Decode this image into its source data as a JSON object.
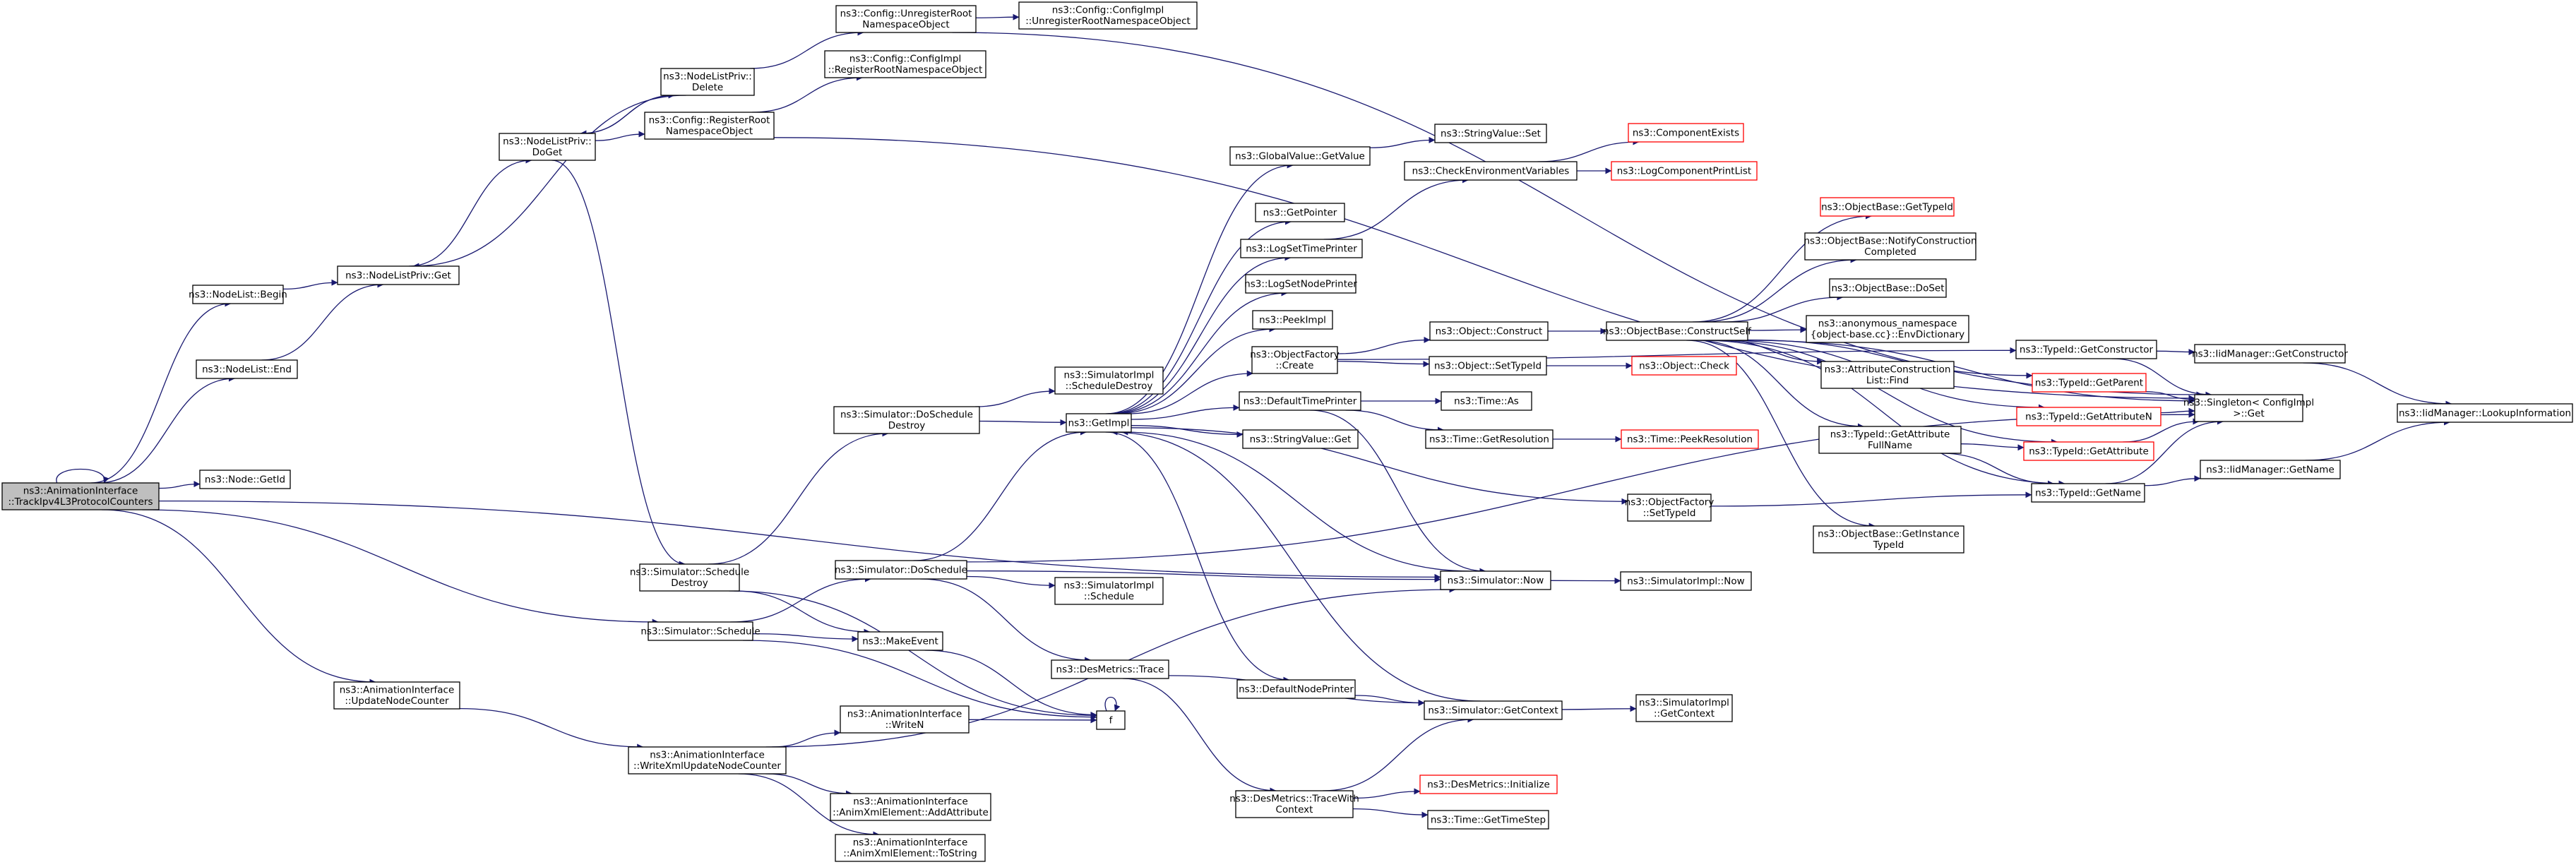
{
  "colors": {
    "edge": "#191970",
    "root_fill": "#bfbfbf",
    "truncated_border": "#ff0000",
    "node_border": "#000000"
  },
  "nodes": [
    {
      "id": "n1",
      "lines": [
        "ns3::AnimationInterface",
        "::TrackIpv4L3ProtocolCounters"
      ],
      "root": true
    },
    {
      "id": "n2",
      "lines": [
        "ns3::NodeList::Begin"
      ]
    },
    {
      "id": "n3",
      "lines": [
        "ns3::NodeList::End"
      ]
    },
    {
      "id": "n4",
      "lines": [
        "ns3::Node::GetId"
      ]
    },
    {
      "id": "n5",
      "lines": [
        "ns3::Simulator::Schedule"
      ]
    },
    {
      "id": "n6",
      "lines": [
        "ns3::AnimationInterface",
        "::UpdateNodeCounter"
      ]
    },
    {
      "id": "n7",
      "lines": [
        "ns3::NodeListPriv::Get"
      ]
    },
    {
      "id": "n8",
      "lines": [
        "ns3::NodeListPriv::",
        "DoGet"
      ]
    },
    {
      "id": "n9",
      "lines": [
        "ns3::NodeListPriv::",
        "Delete"
      ]
    },
    {
      "id": "n10",
      "lines": [
        "ns3::Config::UnregisterRoot",
        "NamespaceObject"
      ]
    },
    {
      "id": "n11",
      "lines": [
        "ns3::Config::ConfigImpl",
        "::UnregisterRootNamespaceObject"
      ]
    },
    {
      "id": "n12",
      "lines": [
        "ns3::Config::ConfigImpl",
        "::RegisterRootNamespaceObject"
      ]
    },
    {
      "id": "n13",
      "lines": [
        "ns3::Config::RegisterRoot",
        "NamespaceObject"
      ]
    },
    {
      "id": "n14",
      "lines": [
        "ns3::Simulator::Schedule",
        "Destroy"
      ]
    },
    {
      "id": "n15",
      "lines": [
        "ns3::Simulator::DoSchedule",
        "Destroy"
      ]
    },
    {
      "id": "n16",
      "lines": [
        "ns3::Simulator::DoSchedule"
      ]
    },
    {
      "id": "n17",
      "lines": [
        "ns3::MakeEvent"
      ]
    },
    {
      "id": "n18",
      "lines": [
        "ns3::AnimationInterface",
        "::WriteN"
      ]
    },
    {
      "id": "n19",
      "lines": [
        "ns3::AnimationInterface",
        "::WriteXmlUpdateNodeCounter"
      ]
    },
    {
      "id": "n20",
      "lines": [
        "ns3::AnimationInterface",
        "::AnimXmlElement::AddAttribute"
      ]
    },
    {
      "id": "n21",
      "lines": [
        "ns3::AnimationInterface",
        "::AnimXmlElement::ToString"
      ]
    },
    {
      "id": "n22",
      "lines": [
        "ns3::SimulatorImpl",
        "::ScheduleDestroy"
      ]
    },
    {
      "id": "n23",
      "lines": [
        "ns3::GetImpl"
      ]
    },
    {
      "id": "n24",
      "lines": [
        "ns3::SimulatorImpl",
        "::Schedule"
      ]
    },
    {
      "id": "n25",
      "lines": [
        "ns3::DesMetrics::Trace"
      ]
    },
    {
      "id": "n26",
      "lines": [
        "f"
      ]
    },
    {
      "id": "n27",
      "lines": [
        "ns3::GlobalValue::GetValue"
      ]
    },
    {
      "id": "n28",
      "lines": [
        "ns3::GetPointer"
      ]
    },
    {
      "id": "n29",
      "lines": [
        "ns3::LogSetTimePrinter"
      ]
    },
    {
      "id": "n30",
      "lines": [
        "ns3::LogSetNodePrinter"
      ]
    },
    {
      "id": "n31",
      "lines": [
        "ns3::PeekImpl"
      ]
    },
    {
      "id": "n32",
      "lines": [
        "ns3::ObjectFactory",
        "::Create"
      ]
    },
    {
      "id": "n33",
      "lines": [
        "ns3::DefaultTimePrinter"
      ]
    },
    {
      "id": "n34",
      "lines": [
        "ns3::StringValue::Get"
      ]
    },
    {
      "id": "n35",
      "lines": [
        "ns3::DefaultNodePrinter"
      ]
    },
    {
      "id": "n36",
      "lines": [
        "ns3::DesMetrics::TraceWith",
        "Context"
      ]
    },
    {
      "id": "n37",
      "lines": [
        "ns3::StringValue::Set"
      ]
    },
    {
      "id": "n38",
      "lines": [
        "ns3::CheckEnvironmentVariables"
      ]
    },
    {
      "id": "n39",
      "lines": [
        "ns3::Object::Construct"
      ]
    },
    {
      "id": "n40",
      "lines": [
        "ns3::Object::SetTypeId"
      ]
    },
    {
      "id": "n41",
      "lines": [
        "ns3::Time::As"
      ]
    },
    {
      "id": "n42",
      "lines": [
        "ns3::Time::GetResolution"
      ]
    },
    {
      "id": "n43",
      "lines": [
        "ns3::ObjectFactory",
        "::SetTypeId"
      ]
    },
    {
      "id": "n44",
      "lines": [
        "ns3::Simulator::Now"
      ]
    },
    {
      "id": "n45",
      "lines": [
        "ns3::Simulator::GetContext"
      ]
    },
    {
      "id": "n46",
      "lines": [
        "ns3::DesMetrics::Initialize"
      ],
      "truncated": true
    },
    {
      "id": "n47",
      "lines": [
        "ns3::Time::GetTimeStep"
      ]
    },
    {
      "id": "n48",
      "lines": [
        "ns3::ComponentExists"
      ],
      "truncated": true
    },
    {
      "id": "n49",
      "lines": [
        "ns3::LogComponentPrintList"
      ],
      "truncated": true
    },
    {
      "id": "n50",
      "lines": [
        "ns3::ObjectBase::ConstructSelf"
      ]
    },
    {
      "id": "n51",
      "lines": [
        "ns3::Object::Check"
      ],
      "truncated": true
    },
    {
      "id": "n52",
      "lines": [
        "ns3::Time::PeekResolution"
      ],
      "truncated": true
    },
    {
      "id": "n53",
      "lines": [
        "ns3::SimulatorImpl::Now"
      ]
    },
    {
      "id": "n54",
      "lines": [
        "ns3::SimulatorImpl",
        "::GetContext"
      ]
    },
    {
      "id": "n55",
      "lines": [
        "ns3::ObjectBase::GetTypeId"
      ],
      "truncated": true
    },
    {
      "id": "n56",
      "lines": [
        "ns3::ObjectBase::NotifyConstruction",
        "Completed"
      ]
    },
    {
      "id": "n57",
      "lines": [
        "ns3::ObjectBase::DoSet"
      ]
    },
    {
      "id": "n58",
      "lines": [
        "ns3::anonymous_namespace",
        "{object-base.cc}::EnvDictionary"
      ]
    },
    {
      "id": "n59",
      "lines": [
        "ns3::AttributeConstruction",
        "List::Find"
      ]
    },
    {
      "id": "n60",
      "lines": [
        "ns3::TypeId::GetAttribute",
        "FullName"
      ]
    },
    {
      "id": "n61",
      "lines": [
        "ns3::ObjectBase::GetInstance",
        "TypeId"
      ]
    },
    {
      "id": "n62",
      "lines": [
        "ns3::TypeId::GetConstructor"
      ]
    },
    {
      "id": "n63",
      "lines": [
        "ns3::TypeId::GetParent"
      ],
      "truncated": true
    },
    {
      "id": "n64",
      "lines": [
        "ns3::TypeId::GetAttributeN"
      ],
      "truncated": true
    },
    {
      "id": "n65",
      "lines": [
        "ns3::TypeId::GetAttribute"
      ],
      "truncated": true
    },
    {
      "id": "n66",
      "lines": [
        "ns3::TypeId::GetName"
      ]
    },
    {
      "id": "n67",
      "lines": [
        "ns3::IidManager::GetConstructor"
      ]
    },
    {
      "id": "n68",
      "lines": [
        "ns3::Singleton< ConfigImpl",
        " >::Get"
      ]
    },
    {
      "id": "n69",
      "lines": [
        "ns3::IidManager::GetName"
      ]
    },
    {
      "id": "n70",
      "lines": [
        "ns3::IidManager::LookupInformation"
      ]
    }
  ],
  "edges": [
    [
      "n1",
      "n1"
    ],
    [
      "n1",
      "n2"
    ],
    [
      "n1",
      "n3"
    ],
    [
      "n1",
      "n4"
    ],
    [
      "n1",
      "n5"
    ],
    [
      "n1",
      "n6"
    ],
    [
      "n1",
      "n44"
    ],
    [
      "n2",
      "n7"
    ],
    [
      "n3",
      "n7"
    ],
    [
      "n7",
      "n8"
    ],
    [
      "n8",
      "n9"
    ],
    [
      "n9",
      "n8"
    ],
    [
      "n9",
      "n7"
    ],
    [
      "n9",
      "n10"
    ],
    [
      "n8",
      "n13"
    ],
    [
      "n8",
      "n14"
    ],
    [
      "n10",
      "n11"
    ],
    [
      "n10",
      "n68"
    ],
    [
      "n13",
      "n12"
    ],
    [
      "n13",
      "n68"
    ],
    [
      "n14",
      "n15"
    ],
    [
      "n14",
      "n17"
    ],
    [
      "n14",
      "n26"
    ],
    [
      "n5",
      "n16"
    ],
    [
      "n5",
      "n17"
    ],
    [
      "n5",
      "n26"
    ],
    [
      "n6",
      "n19"
    ],
    [
      "n19",
      "n18"
    ],
    [
      "n19",
      "n20"
    ],
    [
      "n19",
      "n21"
    ],
    [
      "n19",
      "n44"
    ],
    [
      "n18",
      "n26"
    ],
    [
      "n15",
      "n22"
    ],
    [
      "n15",
      "n23"
    ],
    [
      "n16",
      "n23"
    ],
    [
      "n16",
      "n24"
    ],
    [
      "n16",
      "n25"
    ],
    [
      "n16",
      "n44"
    ],
    [
      "n16",
      "n68"
    ],
    [
      "n17",
      "n26"
    ],
    [
      "n26",
      "n26"
    ],
    [
      "n25",
      "n36"
    ],
    [
      "n25",
      "n45"
    ],
    [
      "n23",
      "n27"
    ],
    [
      "n23",
      "n28"
    ],
    [
      "n23",
      "n29"
    ],
    [
      "n23",
      "n30"
    ],
    [
      "n23",
      "n31"
    ],
    [
      "n23",
      "n32"
    ],
    [
      "n23",
      "n33"
    ],
    [
      "n23",
      "n34"
    ],
    [
      "n23",
      "n35"
    ],
    [
      "n23",
      "n43"
    ],
    [
      "n27",
      "n37"
    ],
    [
      "n29",
      "n38"
    ],
    [
      "n38",
      "n48"
    ],
    [
      "n38",
      "n49"
    ],
    [
      "n32",
      "n39"
    ],
    [
      "n32",
      "n40"
    ],
    [
      "n32",
      "n62"
    ],
    [
      "n33",
      "n41"
    ],
    [
      "n33",
      "n42"
    ],
    [
      "n33",
      "n44"
    ],
    [
      "n42",
      "n52"
    ],
    [
      "n35",
      "n45"
    ],
    [
      "n36",
      "n45"
    ],
    [
      "n36",
      "n46"
    ],
    [
      "n36",
      "n47"
    ],
    [
      "n43",
      "n66"
    ],
    [
      "n44",
      "n23"
    ],
    [
      "n44",
      "n53"
    ],
    [
      "n45",
      "n23"
    ],
    [
      "n45",
      "n54"
    ],
    [
      "n39",
      "n50"
    ],
    [
      "n40",
      "n51"
    ],
    [
      "n50",
      "n55"
    ],
    [
      "n50",
      "n56"
    ],
    [
      "n50",
      "n57"
    ],
    [
      "n50",
      "n58"
    ],
    [
      "n50",
      "n59"
    ],
    [
      "n50",
      "n60"
    ],
    [
      "n50",
      "n61"
    ],
    [
      "n50",
      "n63"
    ],
    [
      "n50",
      "n64"
    ],
    [
      "n50",
      "n65"
    ],
    [
      "n50",
      "n66"
    ],
    [
      "n50",
      "n68"
    ],
    [
      "n60",
      "n65"
    ],
    [
      "n60",
      "n66"
    ],
    [
      "n62",
      "n67"
    ],
    [
      "n62",
      "n68"
    ],
    [
      "n63",
      "n68"
    ],
    [
      "n64",
      "n68"
    ],
    [
      "n65",
      "n68"
    ],
    [
      "n66",
      "n68"
    ],
    [
      "n66",
      "n69"
    ],
    [
      "n67",
      "n70"
    ],
    [
      "n69",
      "n70"
    ]
  ]
}
